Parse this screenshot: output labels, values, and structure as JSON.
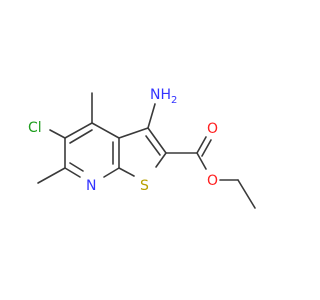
{
  "molecule": {
    "atoms": {
      "nh2": {
        "label": "NH",
        "sub": "2",
        "color": "#3333ff"
      },
      "cl": {
        "label": "Cl",
        "color": "#1f9e1f"
      },
      "o_carbonyl": {
        "label": "O",
        "color": "#ff2020"
      },
      "o_ester": {
        "label": "O",
        "color": "#ff2020"
      },
      "n_ring": {
        "label": "N",
        "color": "#3333ff"
      },
      "s_ring": {
        "label": "S",
        "color": "#b8a000"
      }
    },
    "bond_color": "#3a3a3a"
  }
}
